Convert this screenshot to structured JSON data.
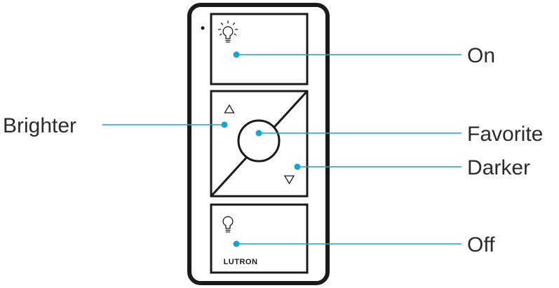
{
  "colors": {
    "outline": "#1a1a1a",
    "leader_line": "#1aa3d1",
    "label_text": "#2b2b2b",
    "background": "#ffffff"
  },
  "remote": {
    "brand": "LUTRON",
    "icons": {
      "on_button": "light-bulb-on-icon",
      "raise": "triangle-up-icon",
      "lower": "triangle-down-icon",
      "off_button": "light-bulb-off-icon"
    }
  },
  "callouts": {
    "on": "On",
    "brighter": "Brighter",
    "favorite": "Favorite",
    "darker": "Darker",
    "off": "Off"
  }
}
